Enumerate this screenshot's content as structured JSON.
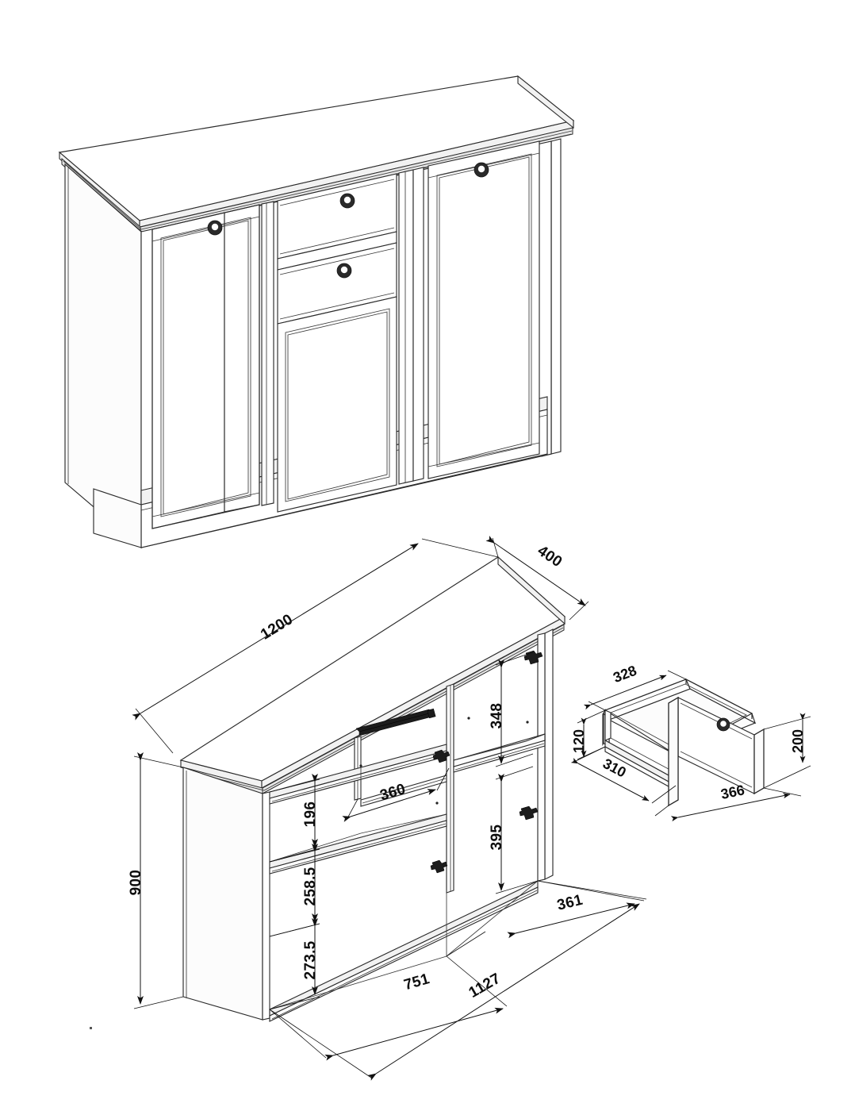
{
  "document": {
    "type": "technical-assembly-drawing",
    "subject": "3-door 2-drawer sideboard / commode",
    "background_color": "#ffffff",
    "line_color": "#2b2b2b",
    "text_color": "#0d0d0d",
    "units": "mm"
  },
  "views": {
    "exterior": {
      "name": "Exterior isometric view",
      "description": "Assembled sideboard, front-left isometric, three panel doors with round knobs, two drawers in centre column, plinth base",
      "doors": 3,
      "drawers": 2,
      "knobs": 4
    },
    "carcass": {
      "name": "Carcass isometric view with dimensions",
      "description": "Open carcass with shelves, dividers, drawer runners and hinge plates"
    },
    "drawer": {
      "name": "Drawer box detail",
      "description": "Single drawer box isometric with front panel and knob"
    }
  },
  "dimensions": {
    "overall_width": "1200",
    "overall_depth": "400",
    "overall_height": "900",
    "shelf_gap_top": "196",
    "shelf_gap_middle": "258.5",
    "shelf_gap_bottom": "273.5",
    "drawer_opening_width": "360",
    "right_compartment_upper": "348",
    "right_compartment_lower": "395",
    "base_left_span": "751",
    "base_total_span": "1127",
    "base_right_span": "361",
    "drawer_side_length": "328",
    "drawer_front_height": "200",
    "drawer_box_height": "120",
    "drawer_bottom_length": "310",
    "drawer_front_width": "366"
  },
  "labels": {
    "w1200": "1200",
    "d400": "400",
    "h900": "900",
    "v196": "196",
    "v258_5": "258.5",
    "v273_5": "273.5",
    "h360": "360",
    "v348": "348",
    "v395": "395",
    "b751": "751",
    "b1127": "1127",
    "b361": "361",
    "dr328": "328",
    "dr200": "200",
    "dr120": "120",
    "dr310": "310",
    "dr366": "366"
  }
}
